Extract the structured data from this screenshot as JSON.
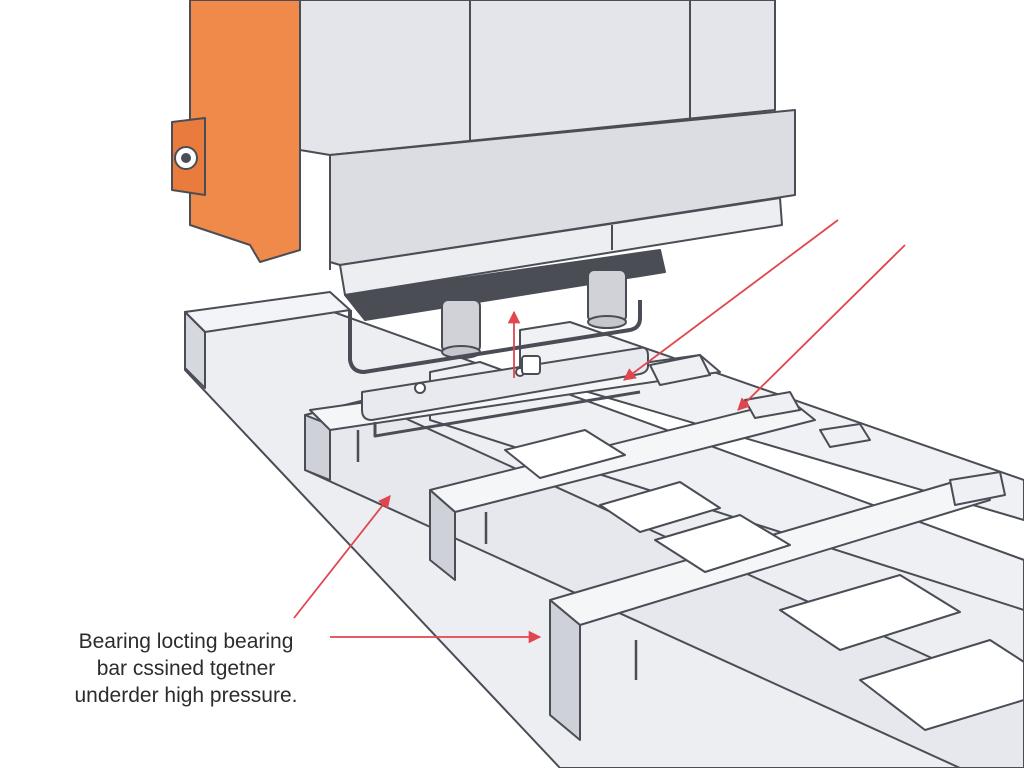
{
  "caption": {
    "line1": "Bearing locting bearing",
    "line2": "bar cssined tgetner",
    "line3": "underder high pressure."
  },
  "colors": {
    "accent_orange": "#f08a4b",
    "leader_red": "#e0464f",
    "outline": "#4a4d55",
    "machine_fill": "#e4e5ea",
    "grating_fill": "#e7e8ed",
    "grating_shadow": "#cfd1d8"
  }
}
